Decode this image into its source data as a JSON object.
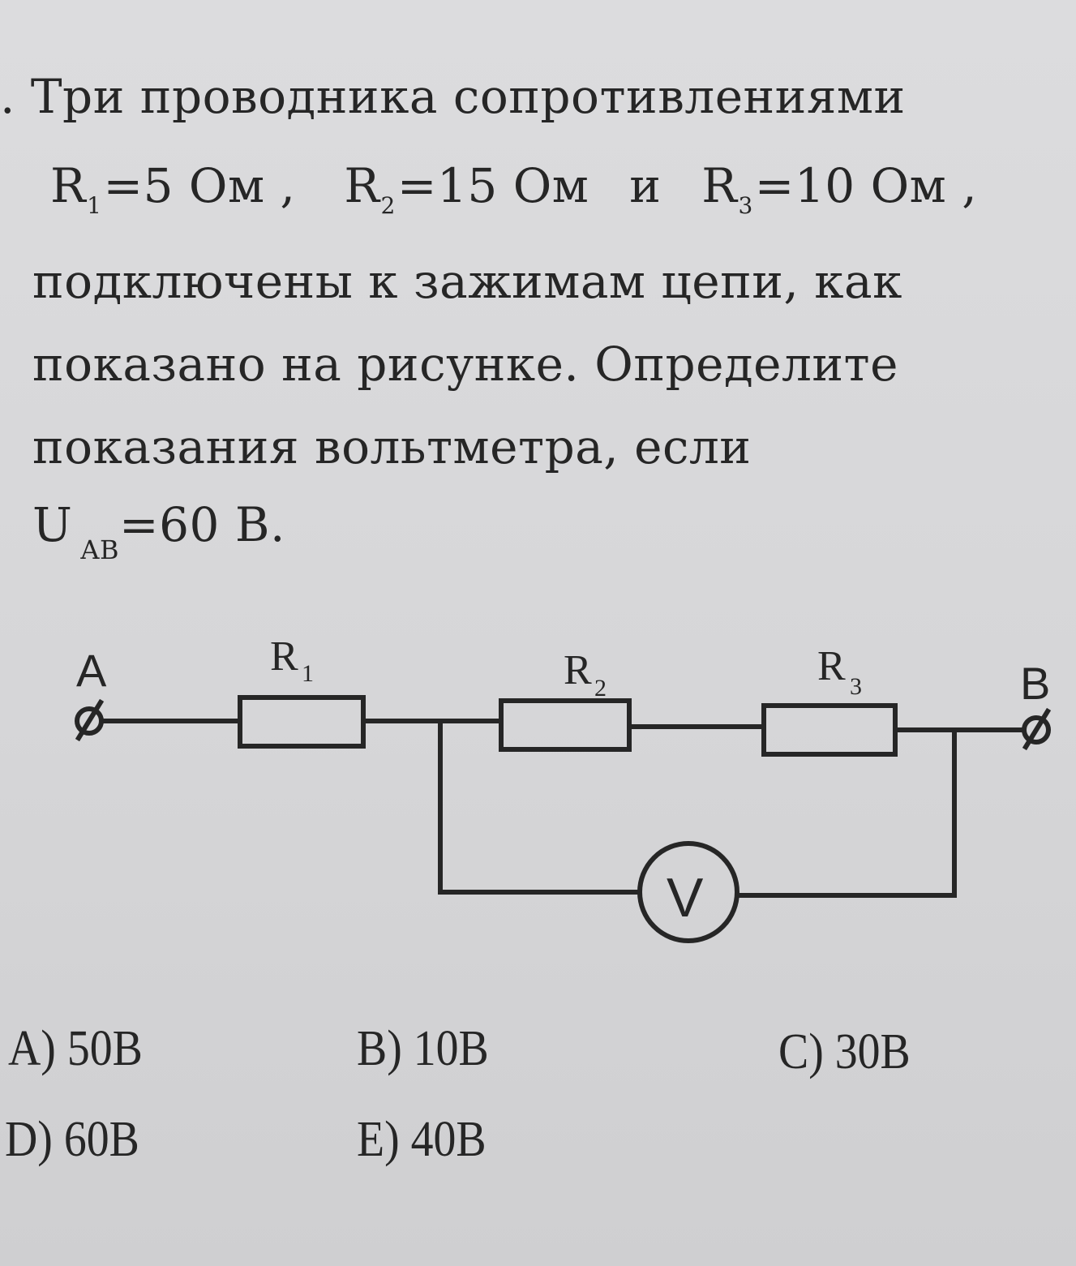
{
  "problem": {
    "number_mark": ".",
    "line1": "Три проводника сопротивлениями",
    "r1_letter": "R",
    "r1_sub": "1",
    "r1_value": "=5 Ом ,",
    "r2_letter": "R",
    "r2_sub": "2",
    "r2_value": "=15 Ом",
    "conj": "и",
    "r3_letter": "R",
    "r3_sub": "3",
    "r3_value": "=10 Ом ,",
    "line3": "подключены к зажимам цепи, как",
    "line4": "показано на рисунке. Определите",
    "line5": "показания вольтметра, если",
    "u_letter": "U",
    "u_sub": "AB",
    "u_value": "=60 В."
  },
  "circuit": {
    "terminal_a": "A",
    "terminal_b": "B",
    "r1_letter": "R",
    "r1_sub": "1",
    "r2_letter": "R",
    "r2_sub": "2",
    "r3_letter": "R",
    "r3_sub": "3",
    "voltmeter": "V"
  },
  "answers": [
    {
      "label": "A) 50B"
    },
    {
      "label": "B) 10B"
    },
    {
      "label": "C) 30B"
    },
    {
      "label": "D) 60B"
    },
    {
      "label": "E) 40B"
    }
  ]
}
